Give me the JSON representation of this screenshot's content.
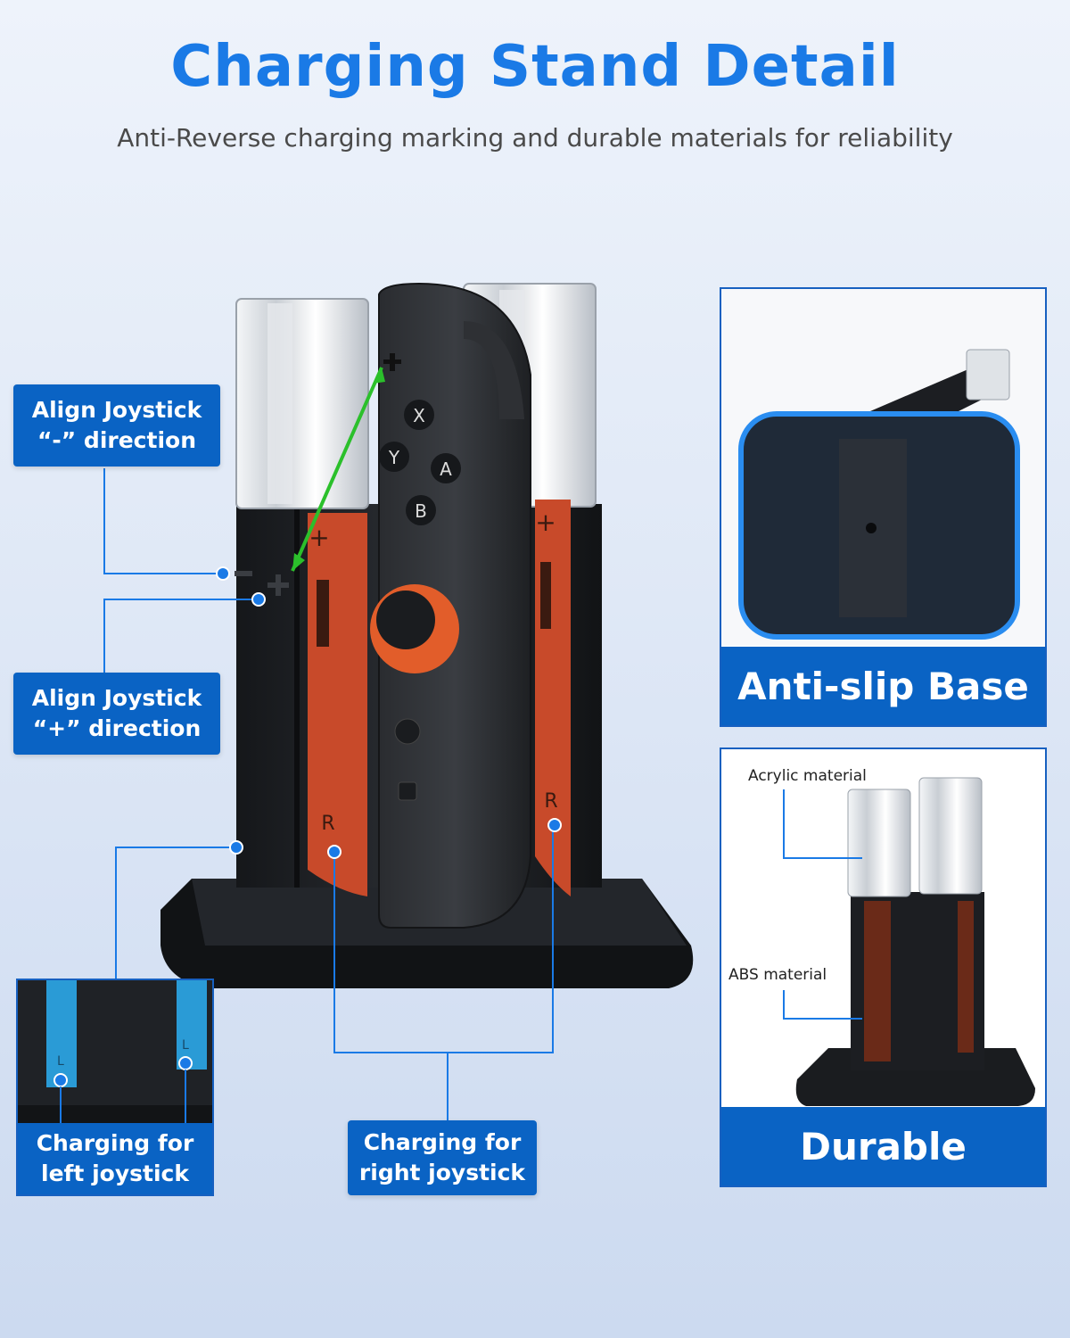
{
  "header": {
    "title": "Charging Stand Detail",
    "subtitle": "Anti-Reverse charging marking and durable materials for reliability"
  },
  "callouts": {
    "minus_line1": "Align Joystick",
    "minus_line2": "“-” direction",
    "plus_line1": "Align Joystick",
    "plus_line2": "“+” direction",
    "left_line1": "Charging for",
    "left_line2": "left joystick",
    "right_line1": "Charging for",
    "right_line2": "right joystick"
  },
  "panels": {
    "base_title": "Anti-slip Base",
    "durable_title": "Durable",
    "acrylic_label": "Acrylic material",
    "abs_label": "ABS  material"
  },
  "controller": {
    "btn_x": "X",
    "btn_y": "Y",
    "btn_a": "A",
    "btn_b": "B",
    "slot_mark_r": "R",
    "slot_mark_l": "L",
    "plus_mark": "+",
    "minus_mark": "−"
  },
  "colors": {
    "accent": "#1a7ae6",
    "banner": "#0a63c4",
    "stand": "#1c1e22",
    "slot": "#c84a2a"
  }
}
